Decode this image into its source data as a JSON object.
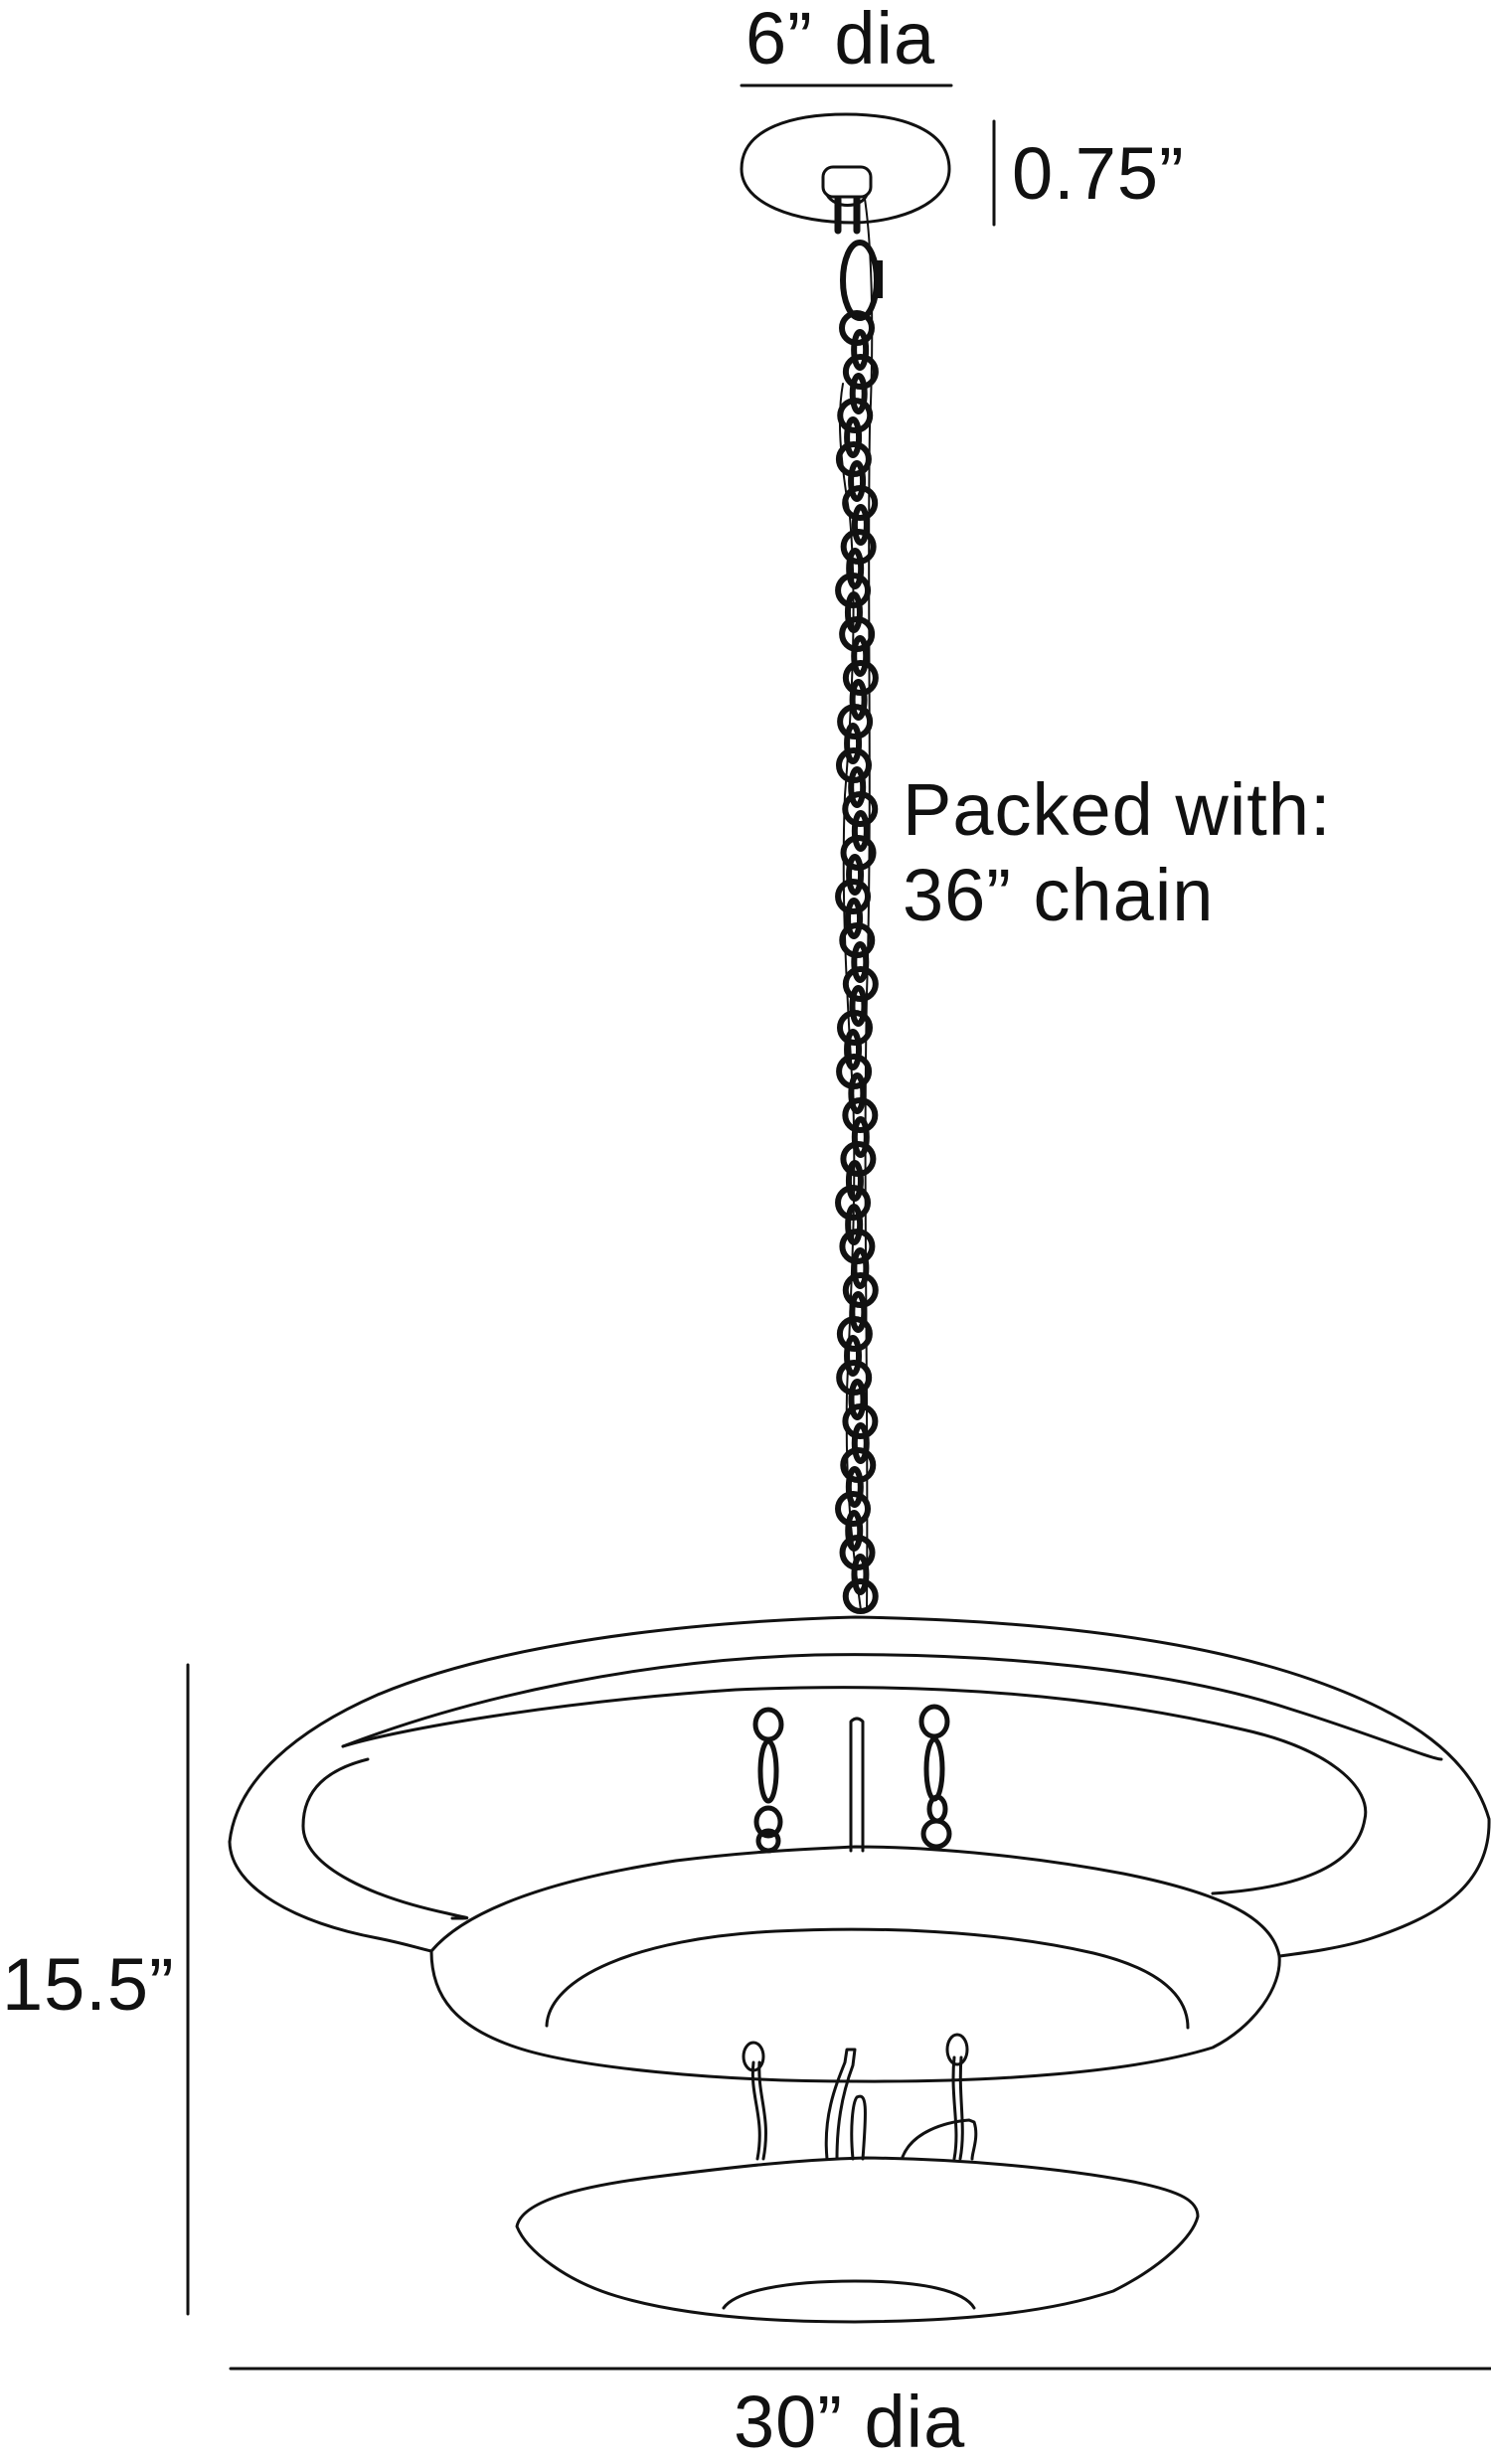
{
  "diagram": {
    "type": "pendant light dimension drawing",
    "stroke_color": "#111111",
    "background_color": "#ffffff"
  },
  "dimensions": {
    "canopy_diameter": "6” dia",
    "canopy_height": "0.75”",
    "overall_height": "15.5”",
    "overall_diameter": "30” dia"
  },
  "notes": {
    "packed_line1": "Packed with:",
    "packed_line2": "36” chain"
  }
}
